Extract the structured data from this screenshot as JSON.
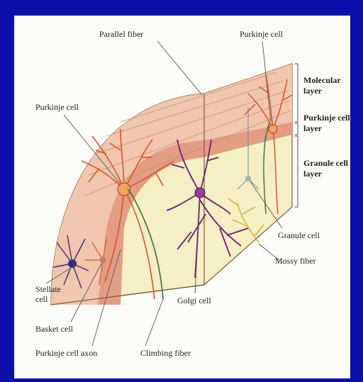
{
  "colors": {
    "background": "#0a10a8",
    "panel": "#fefcf7",
    "molecular_layer": "#f0c6ad",
    "purkinje_layer": "#e39d82",
    "granule_layer": "#f6efc4",
    "purkinje_cell": "#d9532a",
    "golgi_cell": "#6a1c70",
    "stellate_cell": "#3a2a7a",
    "climbing_fiber": "#3f6a35",
    "mossy_fiber": "#d6a840"
  },
  "labels": {
    "parallel_fiber": "Parallel fiber",
    "purkinje_cell_top": "Purkinje cell",
    "purkinje_cell_left": "Purkinje cell",
    "granule_cell": "Granule cell",
    "mossy_fiber": "Mossy fiber",
    "stellate_cell_line1": "Stellate",
    "stellate_cell_line2": "cell",
    "golgi_cell": "Golgi cell",
    "basket_cell": "Basket cell",
    "purkinje_cell_axon": "Purkinje cell axon",
    "climbing_fiber": "Climbing fiber"
  },
  "layers": {
    "molecular_line1": "Molecular",
    "molecular_line2": "layer",
    "purkinje_line1": "Purkinje cell",
    "purkinje_line2": "layer",
    "granule_line1": "Granule cell",
    "granule_line2": "layer"
  }
}
